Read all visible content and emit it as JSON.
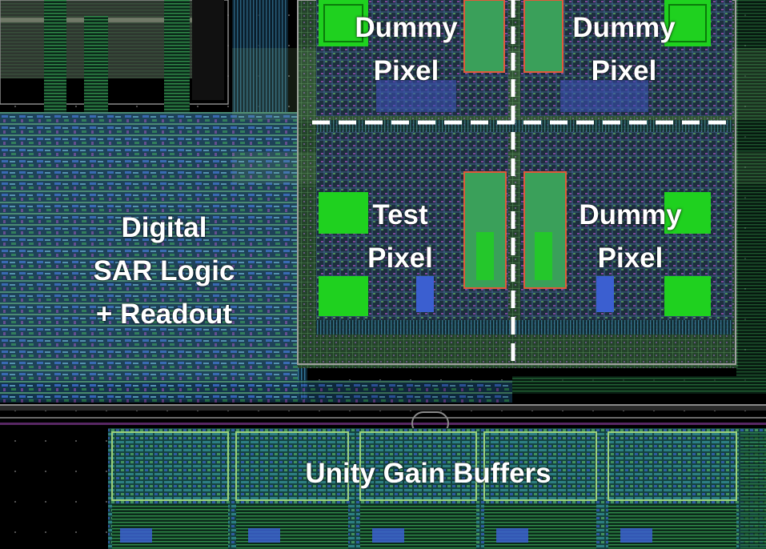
{
  "regions": {
    "dummy_pixel_top_left": {
      "lines": [
        "Dummy",
        "Pixel"
      ]
    },
    "dummy_pixel_top_right": {
      "lines": [
        "Dummy",
        "Pixel"
      ]
    },
    "test_pixel": {
      "lines": [
        "Test",
        "Pixel"
      ]
    },
    "dummy_pixel_bottom_right": {
      "lines": [
        "Dummy",
        "Pixel"
      ]
    },
    "digital_logic": {
      "lines": [
        "Digital",
        "SAR Logic",
        "+ Readout"
      ]
    },
    "buffers": {
      "lines": [
        "Unity Gain Buffers"
      ]
    }
  },
  "colors": {
    "background": "#000000",
    "metal_green": "#1fd11f",
    "metal_light": "#9ccf7a",
    "metal_blue": "#3a5fd0",
    "via_magenta": "#c04dd8",
    "poly_red": "#e05a3a",
    "label": "#ffffff",
    "divider": "#ffffff"
  }
}
